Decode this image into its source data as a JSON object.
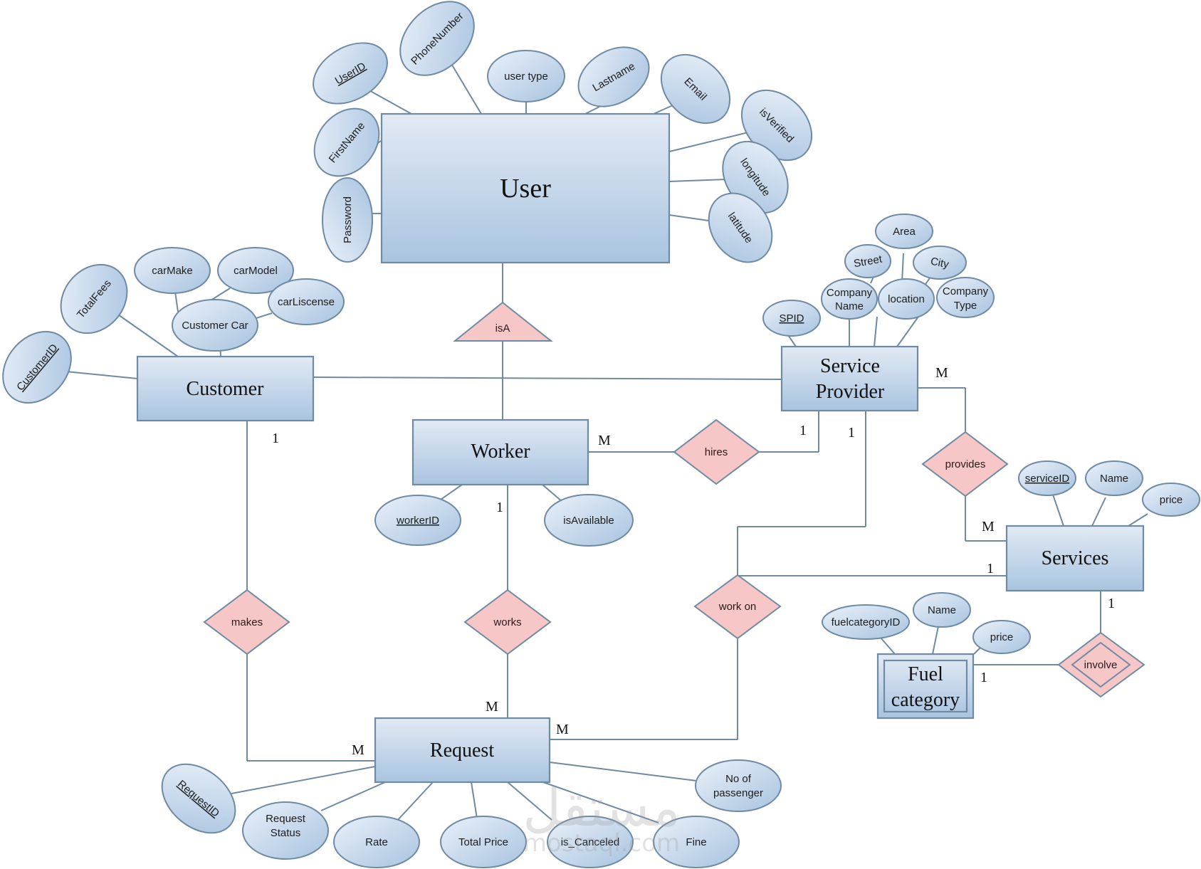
{
  "diagram": {
    "type": "ER diagram",
    "colors": {
      "entity_fill_top": "#e2eaf4",
      "entity_fill_bottom": "#a9c4e0",
      "relationship_fill": "#f7c7c7",
      "stroke": "#6f8aa3"
    },
    "entities": {
      "user": {
        "label": "User",
        "attributes": [
          "UserID",
          "PhoneNumber",
          "user type",
          "Lastname",
          "Email",
          "isVerified",
          "longitude",
          "latitude",
          "FirstName",
          "Password"
        ],
        "key": "UserID"
      },
      "customer": {
        "label": "Customer",
        "attributes": [
          "CustomerID",
          "TotalFees",
          "Customer Car"
        ],
        "key": "CustomerID",
        "composite": {
          "Customer Car": [
            "carMake",
            "carModel",
            "carLiscense"
          ]
        }
      },
      "worker": {
        "label": "Worker",
        "attributes": [
          "workerID",
          "isAvailable"
        ],
        "key": "workerID"
      },
      "service_provider": {
        "label_line1": "Service",
        "label_line2": "Provider",
        "attributes": [
          "SPID",
          "Company Name",
          "location",
          "Company Type"
        ],
        "key": "SPID",
        "composite": {
          "location": [
            "Street",
            "Area",
            "City"
          ]
        }
      },
      "services": {
        "label": "Services",
        "attributes": [
          "serviceID",
          "Name",
          "price"
        ],
        "key": "serviceID"
      },
      "fuel_category": {
        "label_line1": "Fuel",
        "label_line2": "category",
        "weak": true,
        "attributes": [
          "fuelcategoryID",
          "Name",
          "price"
        ]
      },
      "request": {
        "label": "Request",
        "attributes": [
          "RequestID",
          "Request Status",
          "Rate",
          "Total Price",
          "is_Canceled",
          "Fine",
          "No of passenger"
        ],
        "key": "RequestID"
      }
    },
    "attr_labels": {
      "userid": "UserID",
      "phonenumber": "PhoneNumber",
      "usertype": "user type",
      "lastname": "Lastname",
      "email": "Email",
      "isverified": "isVerified",
      "longitude": "longitude",
      "latitude": "latitude",
      "firstname": "FirstName",
      "password": "Password",
      "customerid": "CustomerID",
      "totalfees": "TotalFees",
      "carmake": "carMake",
      "carmodel": "carModel",
      "carliscense": "carLiscense",
      "customercar": "Customer Car",
      "workerid": "workerID",
      "isavailable": "isAvailable",
      "spid": "SPID",
      "companyname_1": "Company",
      "companyname_2": "Name",
      "location": "location",
      "companytype_1": "Company",
      "companytype_2": "Type",
      "street": "Street",
      "area": "Area",
      "city": "City",
      "serviceid": "serviceID",
      "servicename": "Name",
      "serviceprice": "price",
      "fuelcategoryid": "fuelcategoryID",
      "fuelname": "Name",
      "fuelprice": "price",
      "requestid": "RequestID",
      "requeststatus_1": "Request",
      "requeststatus_2": "Status",
      "rate": "Rate",
      "totalprice": "Total Price",
      "iscanceled": "is_Canceled",
      "fine": "Fine",
      "noofpassenger_1": "No of",
      "noofpassenger_2": "passenger"
    },
    "relationships": {
      "isa": {
        "label": "isA"
      },
      "hires": {
        "label": "hires",
        "from": "Worker",
        "to": "Service Provider",
        "cardinality": [
          "M",
          "1"
        ]
      },
      "provides": {
        "label": "provides",
        "from": "Service Provider",
        "to": "Services",
        "cardinality": [
          "M",
          "M"
        ]
      },
      "makes": {
        "label": "makes",
        "from": "Customer",
        "to": "Request",
        "cardinality": [
          "1",
          "M"
        ]
      },
      "works": {
        "label": "works",
        "from": "Worker",
        "to": "Request",
        "cardinality": [
          "1",
          "M"
        ]
      },
      "work_on": {
        "label": "work on",
        "from": "Service Provider / Services",
        "to": "Request",
        "cardinality": [
          "1",
          "1",
          "M"
        ]
      },
      "involve": {
        "label": "involve",
        "identifying": true,
        "from": "Services",
        "to": "Fuel category",
        "cardinality": [
          "1",
          "1"
        ]
      }
    },
    "cardinality_labels": {
      "sp_provides": "M",
      "worker_hires": "M",
      "sp_hires": "1",
      "sp_workon": "1",
      "customer_makes": "1",
      "worker_works": "1",
      "services_provides": "M",
      "services_workon": "1",
      "services_involve": "1",
      "fuel_involve": "1",
      "request_works": "M",
      "request_workon": "M",
      "request_makes": "M"
    },
    "watermark": {
      "arabic": "مستقل",
      "latin": "mostaql.com"
    }
  }
}
